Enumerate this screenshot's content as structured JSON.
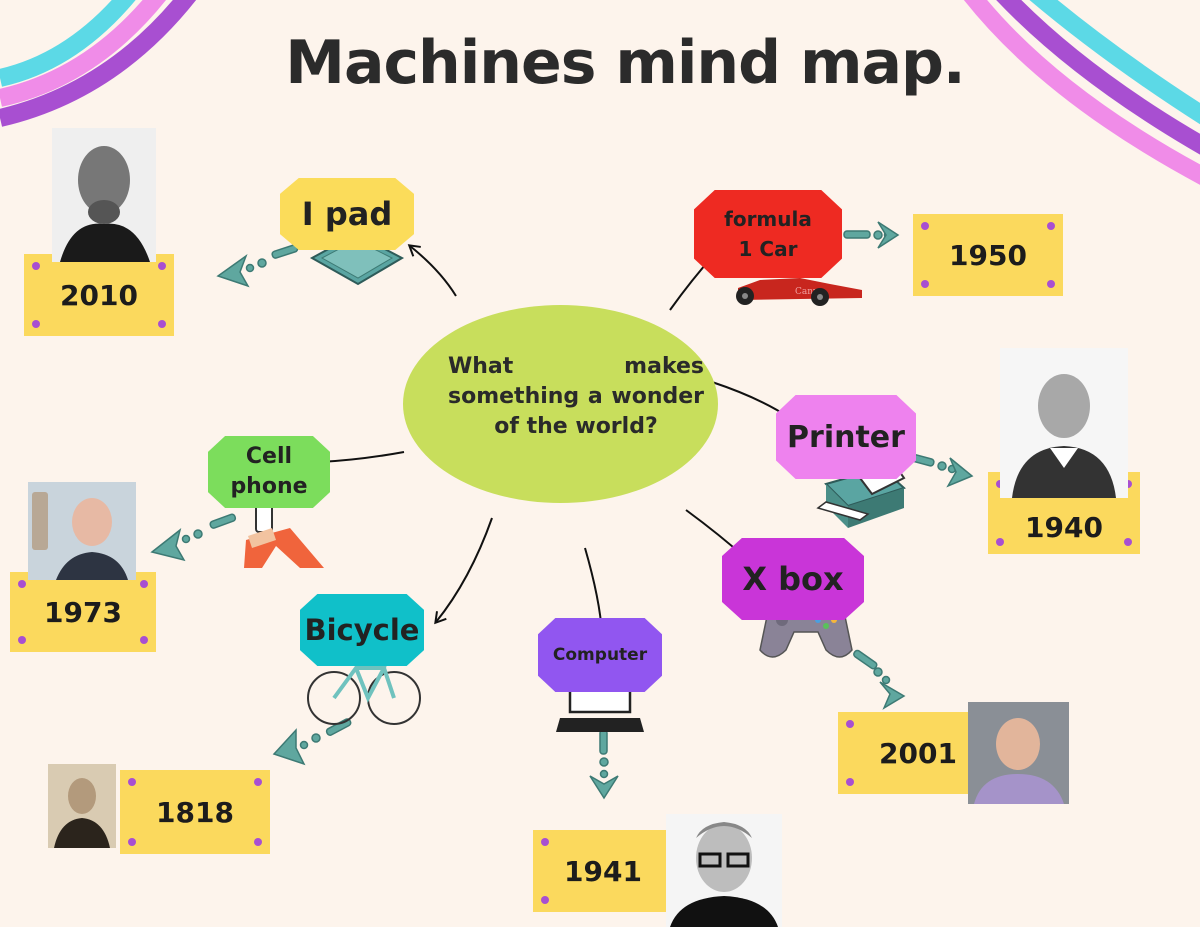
{
  "title": "Machines mind map.",
  "center": {
    "text": "What makes something a wonder of the world?"
  },
  "machines": {
    "ipad": {
      "label": "I pad",
      "year": "2010"
    },
    "formula1": {
      "label": "formula\n1 Car",
      "year": "1950"
    },
    "printer": {
      "label": "Printer",
      "year": "1940"
    },
    "xbox": {
      "label": "X box",
      "year": "2001"
    },
    "cellphone": {
      "label": "Cell\nphone",
      "year": "1973"
    },
    "bicycle": {
      "label": "Bicycle",
      "year": "1818"
    },
    "computer": {
      "label": "Computer",
      "year": "1941"
    }
  },
  "colors": {
    "background": "#fdf4ec",
    "center": "#c8de5c",
    "year_box": "#fbd95d",
    "year_dot": "#a84fd1",
    "ipad_tag": "#fbdc5a",
    "formula1_tag": "#ee2a22",
    "printer_tag": "#ee82ee",
    "xbox_tag": "#c935d8",
    "cellphone_tag": "#7cdd5c",
    "bicycle_tag": "#10c0c9",
    "computer_tag": "#9156f0",
    "arrow_teal": "#5fa79f"
  }
}
